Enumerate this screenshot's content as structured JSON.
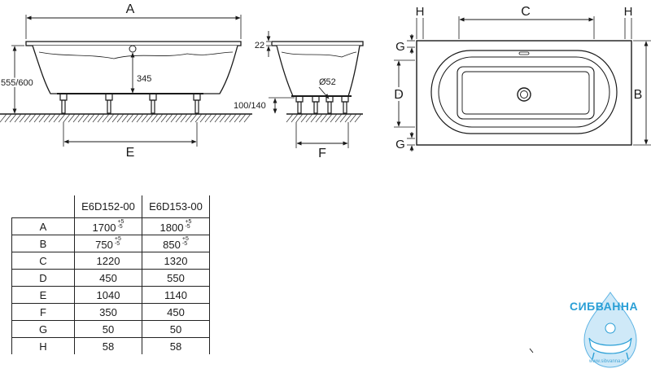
{
  "dims": {
    "a": "A",
    "e": "E",
    "f": "F",
    "b": "B",
    "c": "C",
    "d": "D",
    "g": "G",
    "h": "H",
    "v22": "22",
    "v345": "345",
    "v555": "555/600",
    "v100": "100/140",
    "dia": "Ø52"
  },
  "table": {
    "headers": [
      "E6D152-00",
      "E6D153-00"
    ],
    "rows": [
      {
        "key": "A",
        "v1": "1700",
        "t1a": "+5",
        "t1b": "-5",
        "v2": "1800",
        "t2a": "+5",
        "t2b": "-5"
      },
      {
        "key": "B",
        "v1": "750",
        "t1a": "+5",
        "t1b": "-5",
        "v2": "850",
        "t2a": "+5",
        "t2b": "-5"
      },
      {
        "key": "C",
        "v1": "1220",
        "v2": "1320"
      },
      {
        "key": "D",
        "v1": "450",
        "v2": "550"
      },
      {
        "key": "E",
        "v1": "1040",
        "v2": "1140"
      },
      {
        "key": "F",
        "v1": "350",
        "v2": "450"
      },
      {
        "key": "G",
        "v1": "50",
        "v2": "50"
      },
      {
        "key": "H",
        "v1": "58",
        "v2": "58"
      }
    ]
  },
  "logo": {
    "brand": "СИБВАННА",
    "site": "www.sibvanna.ru"
  },
  "colors": {
    "line": "#1a1a1a",
    "hatch": "#333333",
    "logo_blue": "#2a9fd6"
  }
}
